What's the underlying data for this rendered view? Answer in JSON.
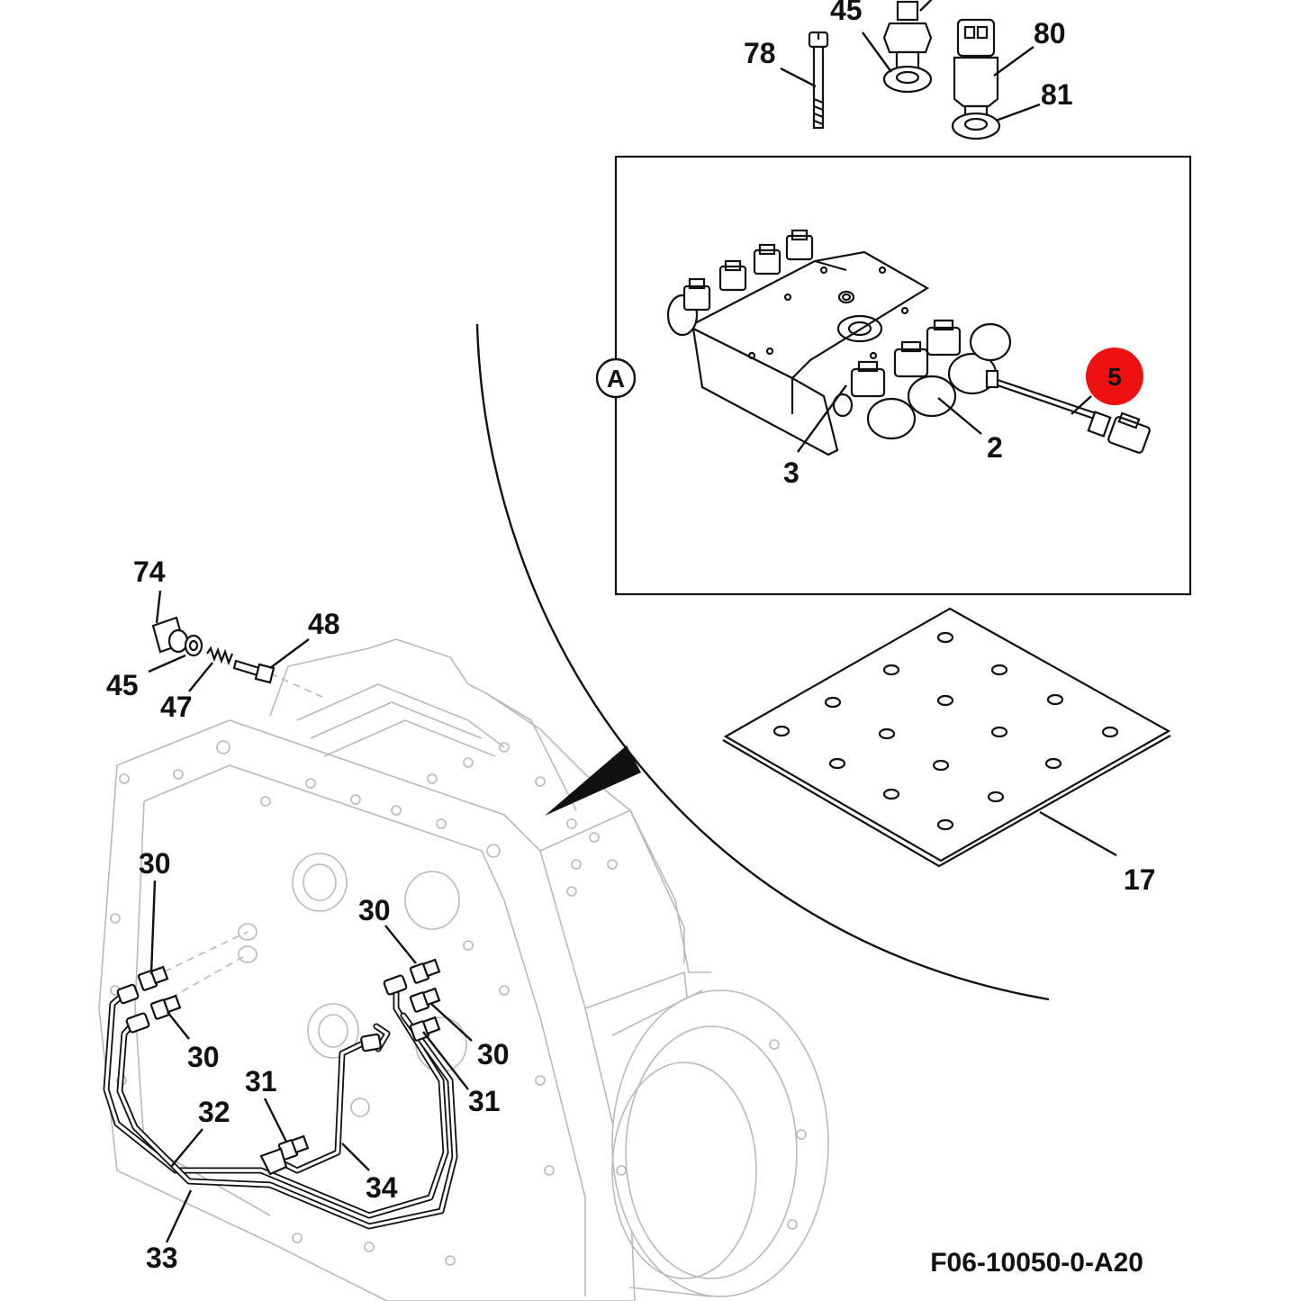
{
  "drawing": {
    "code": "F06-10050-0-A20",
    "detail_label": "A",
    "highlight_color": "#ee1111",
    "highlighted_callout": "5"
  },
  "callouts": {
    "c78": "78",
    "c45_top": "45",
    "c80": "80",
    "c81": "81",
    "c5": "5",
    "c3": "3",
    "c2": "2",
    "c17": "17",
    "c74": "74",
    "c48": "48",
    "c45_left": "45",
    "c47": "47",
    "c30_a": "30",
    "c30_b": "30",
    "c30_c": "30",
    "c30_d": "30",
    "c31_a": "31",
    "c31_b": "31",
    "c32": "32",
    "c33": "33",
    "c34": "34"
  }
}
